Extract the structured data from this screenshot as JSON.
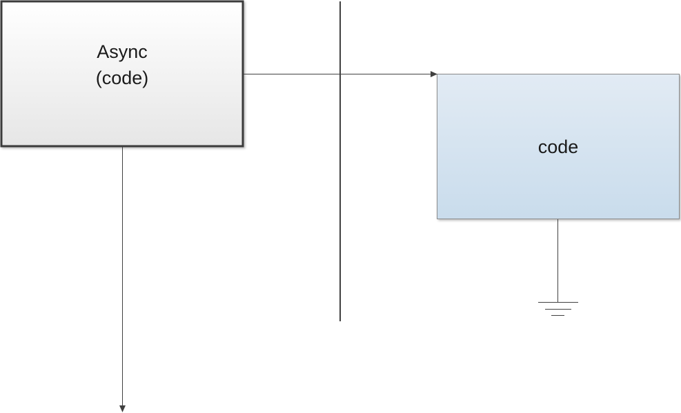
{
  "nodes": {
    "async": {
      "line1": "Async",
      "line2": "(code)"
    },
    "code": {
      "label": "code"
    }
  },
  "colors": {
    "async_fill_top": "#ffffff",
    "async_fill_bottom": "#e6e6e6",
    "async_border": "#3a3a3a",
    "code_fill_top": "#e2ebf4",
    "code_fill_bottom": "#c9dcec",
    "code_border": "#8a8a8a",
    "line": "#404040",
    "text": "#1a1a1a"
  },
  "symbols": [
    "arrow-head-icon",
    "ground-icon"
  ]
}
